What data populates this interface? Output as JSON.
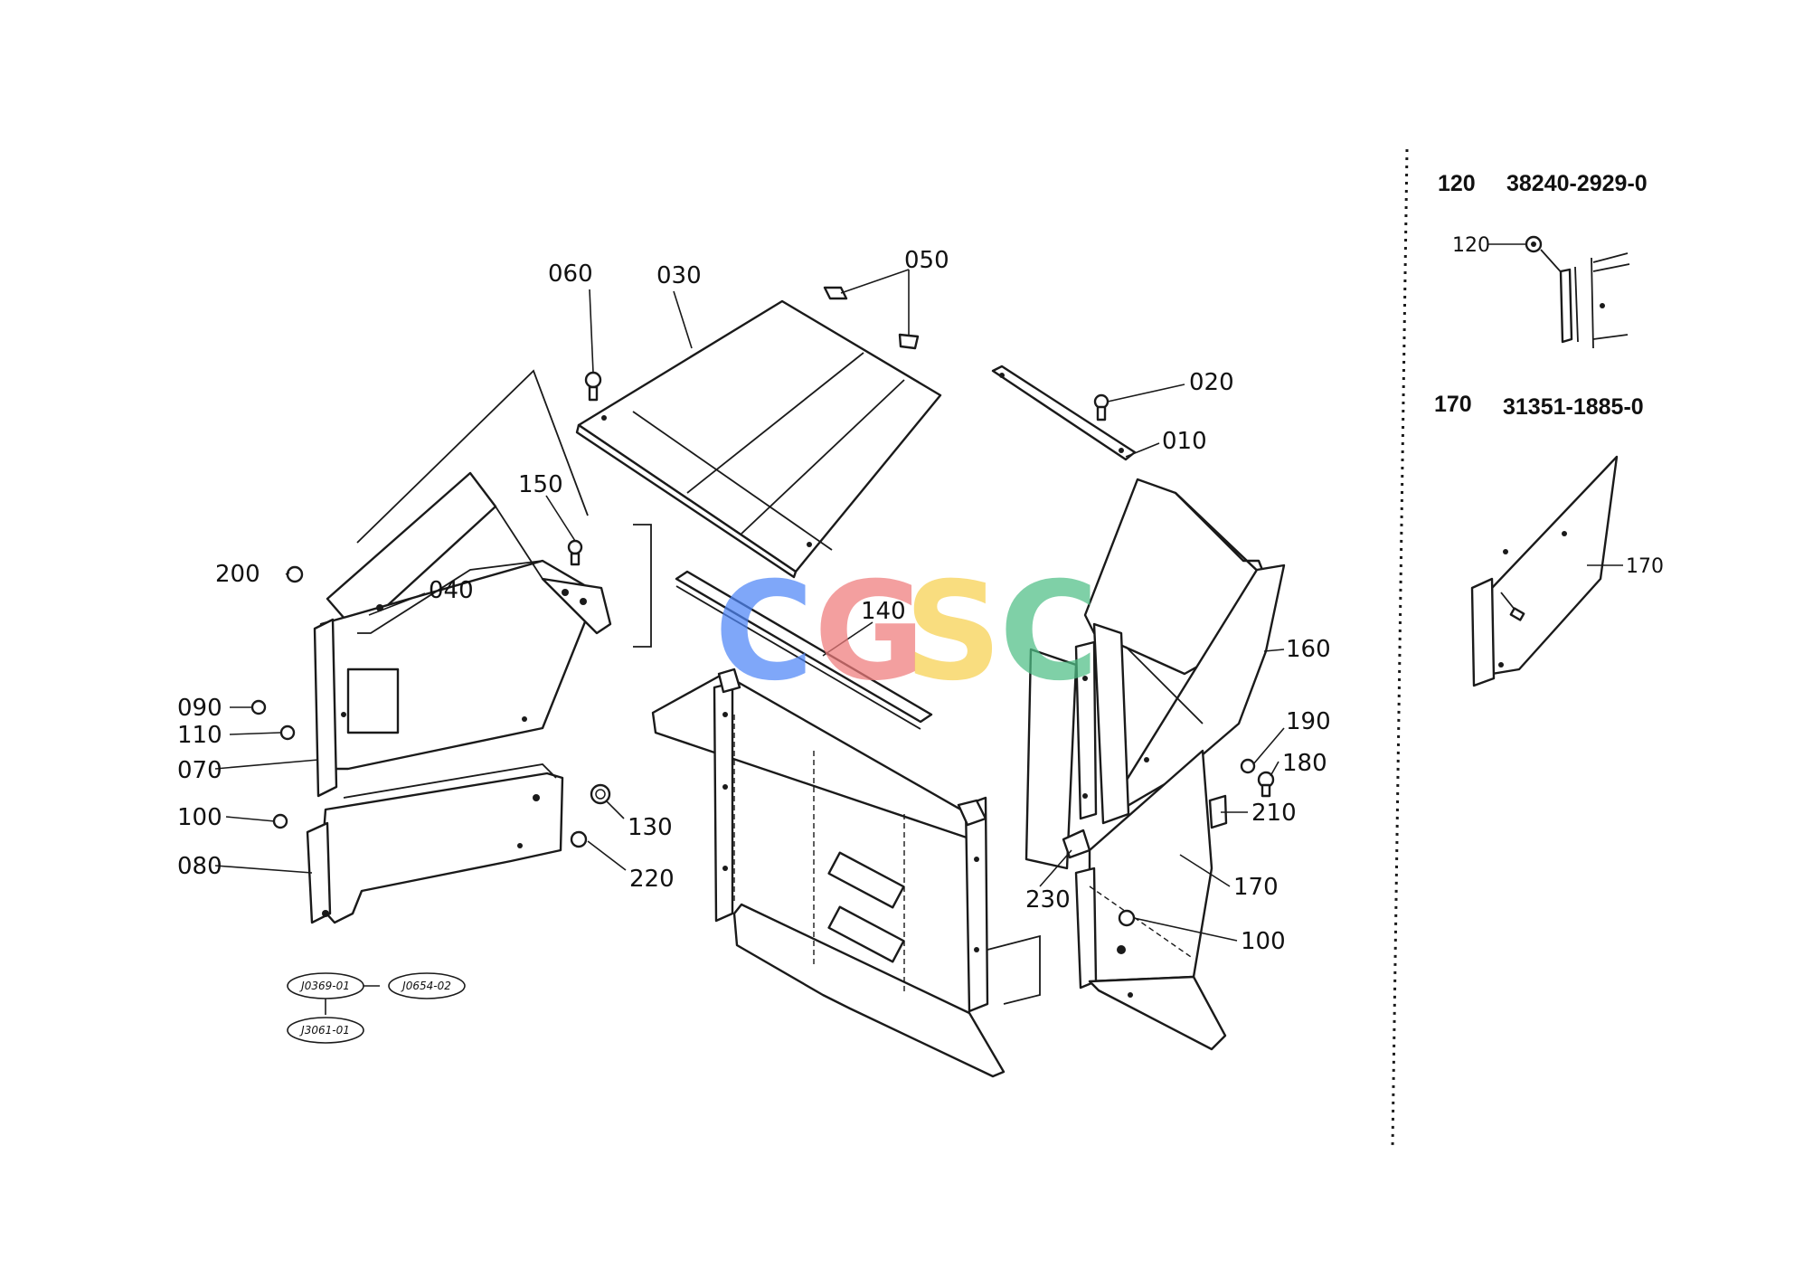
{
  "diagram": {
    "callouts": [
      "060",
      "030",
      "050",
      "020",
      "010",
      "150",
      "200",
      "040",
      "140",
      "160",
      "090",
      "110",
      "070",
      "190",
      "180",
      "100",
      "130",
      "080",
      "220",
      "210",
      "230",
      "170",
      "100"
    ],
    "reference_codes": [
      "J0369-01",
      "J0654-02",
      "J3061-01"
    ],
    "watermark": [
      "C",
      "G",
      "S",
      "C"
    ],
    "watermark_colors": [
      "#4f86f7",
      "#ef7b7b",
      "#f7d04f",
      "#4fbf86"
    ]
  },
  "sidebar": {
    "items": [
      {
        "ref": "120",
        "part_no": "38240-2929-0",
        "callout": "120"
      },
      {
        "ref": "170",
        "part_no": "31351-1885-0",
        "callout": "170"
      }
    ]
  }
}
